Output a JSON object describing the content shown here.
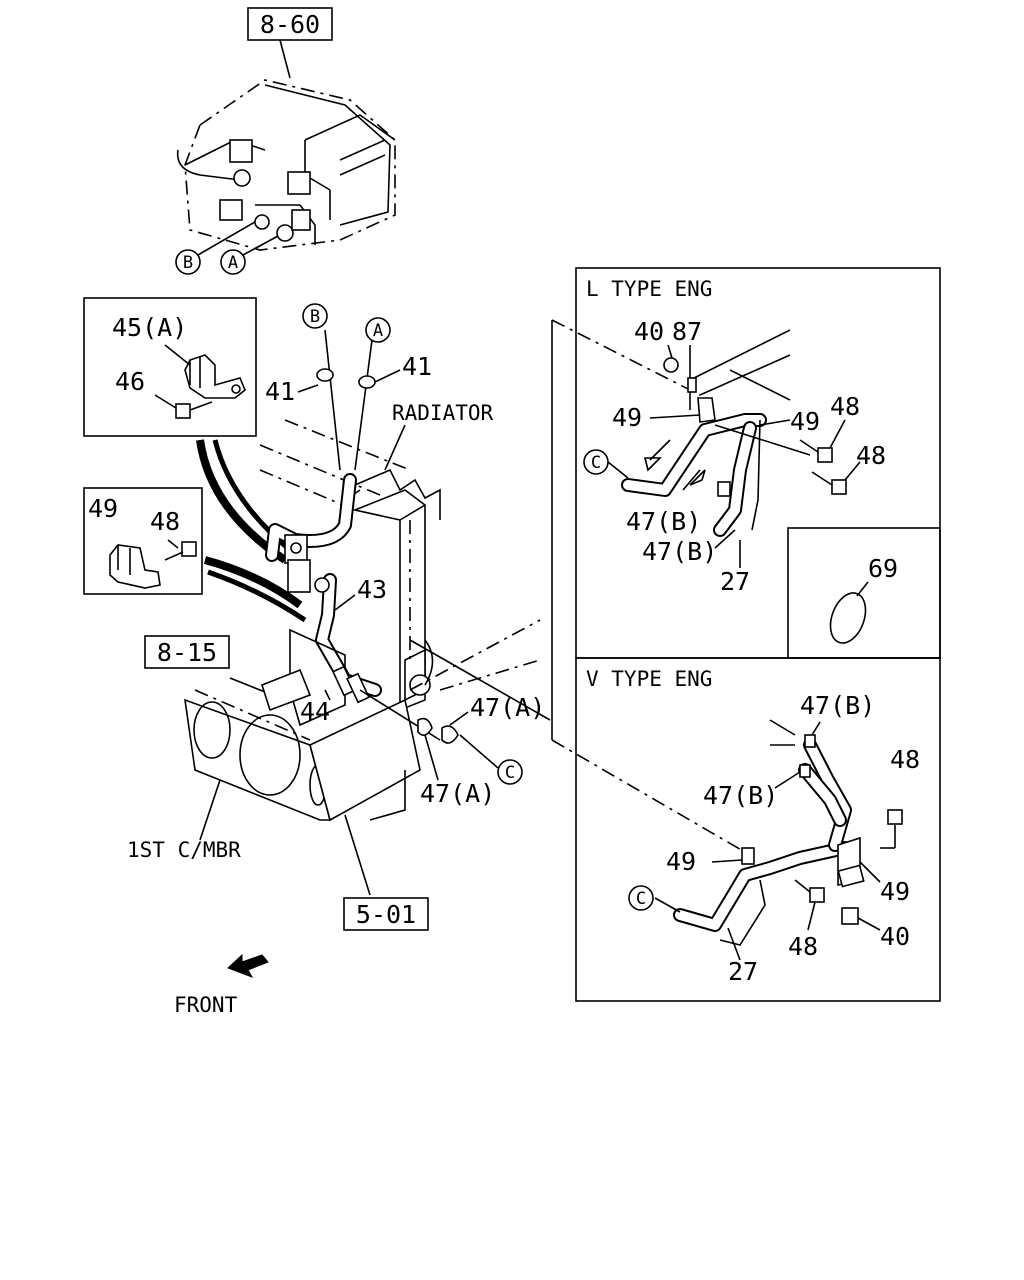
{
  "refs": {
    "top": "8-60",
    "left": "8-15",
    "bottom": "5-01"
  },
  "circle_marks": {
    "a": "A",
    "b": "B",
    "c": "C"
  },
  "labels": {
    "p45a": "45(A)",
    "p46": "46",
    "p49": "49",
    "p48": "48",
    "p41": "41",
    "p43": "43",
    "p44": "44",
    "p47a": "47(A)",
    "p47b": "47(B)",
    "p27": "27",
    "p40": "40",
    "p87": "87",
    "p69": "69",
    "radiator": "RADIATOR",
    "cross_member": "1ST C/MBR",
    "front": "FRONT"
  },
  "panels": {
    "l_type": "L TYPE ENG",
    "v_type": "V TYPE ENG"
  }
}
